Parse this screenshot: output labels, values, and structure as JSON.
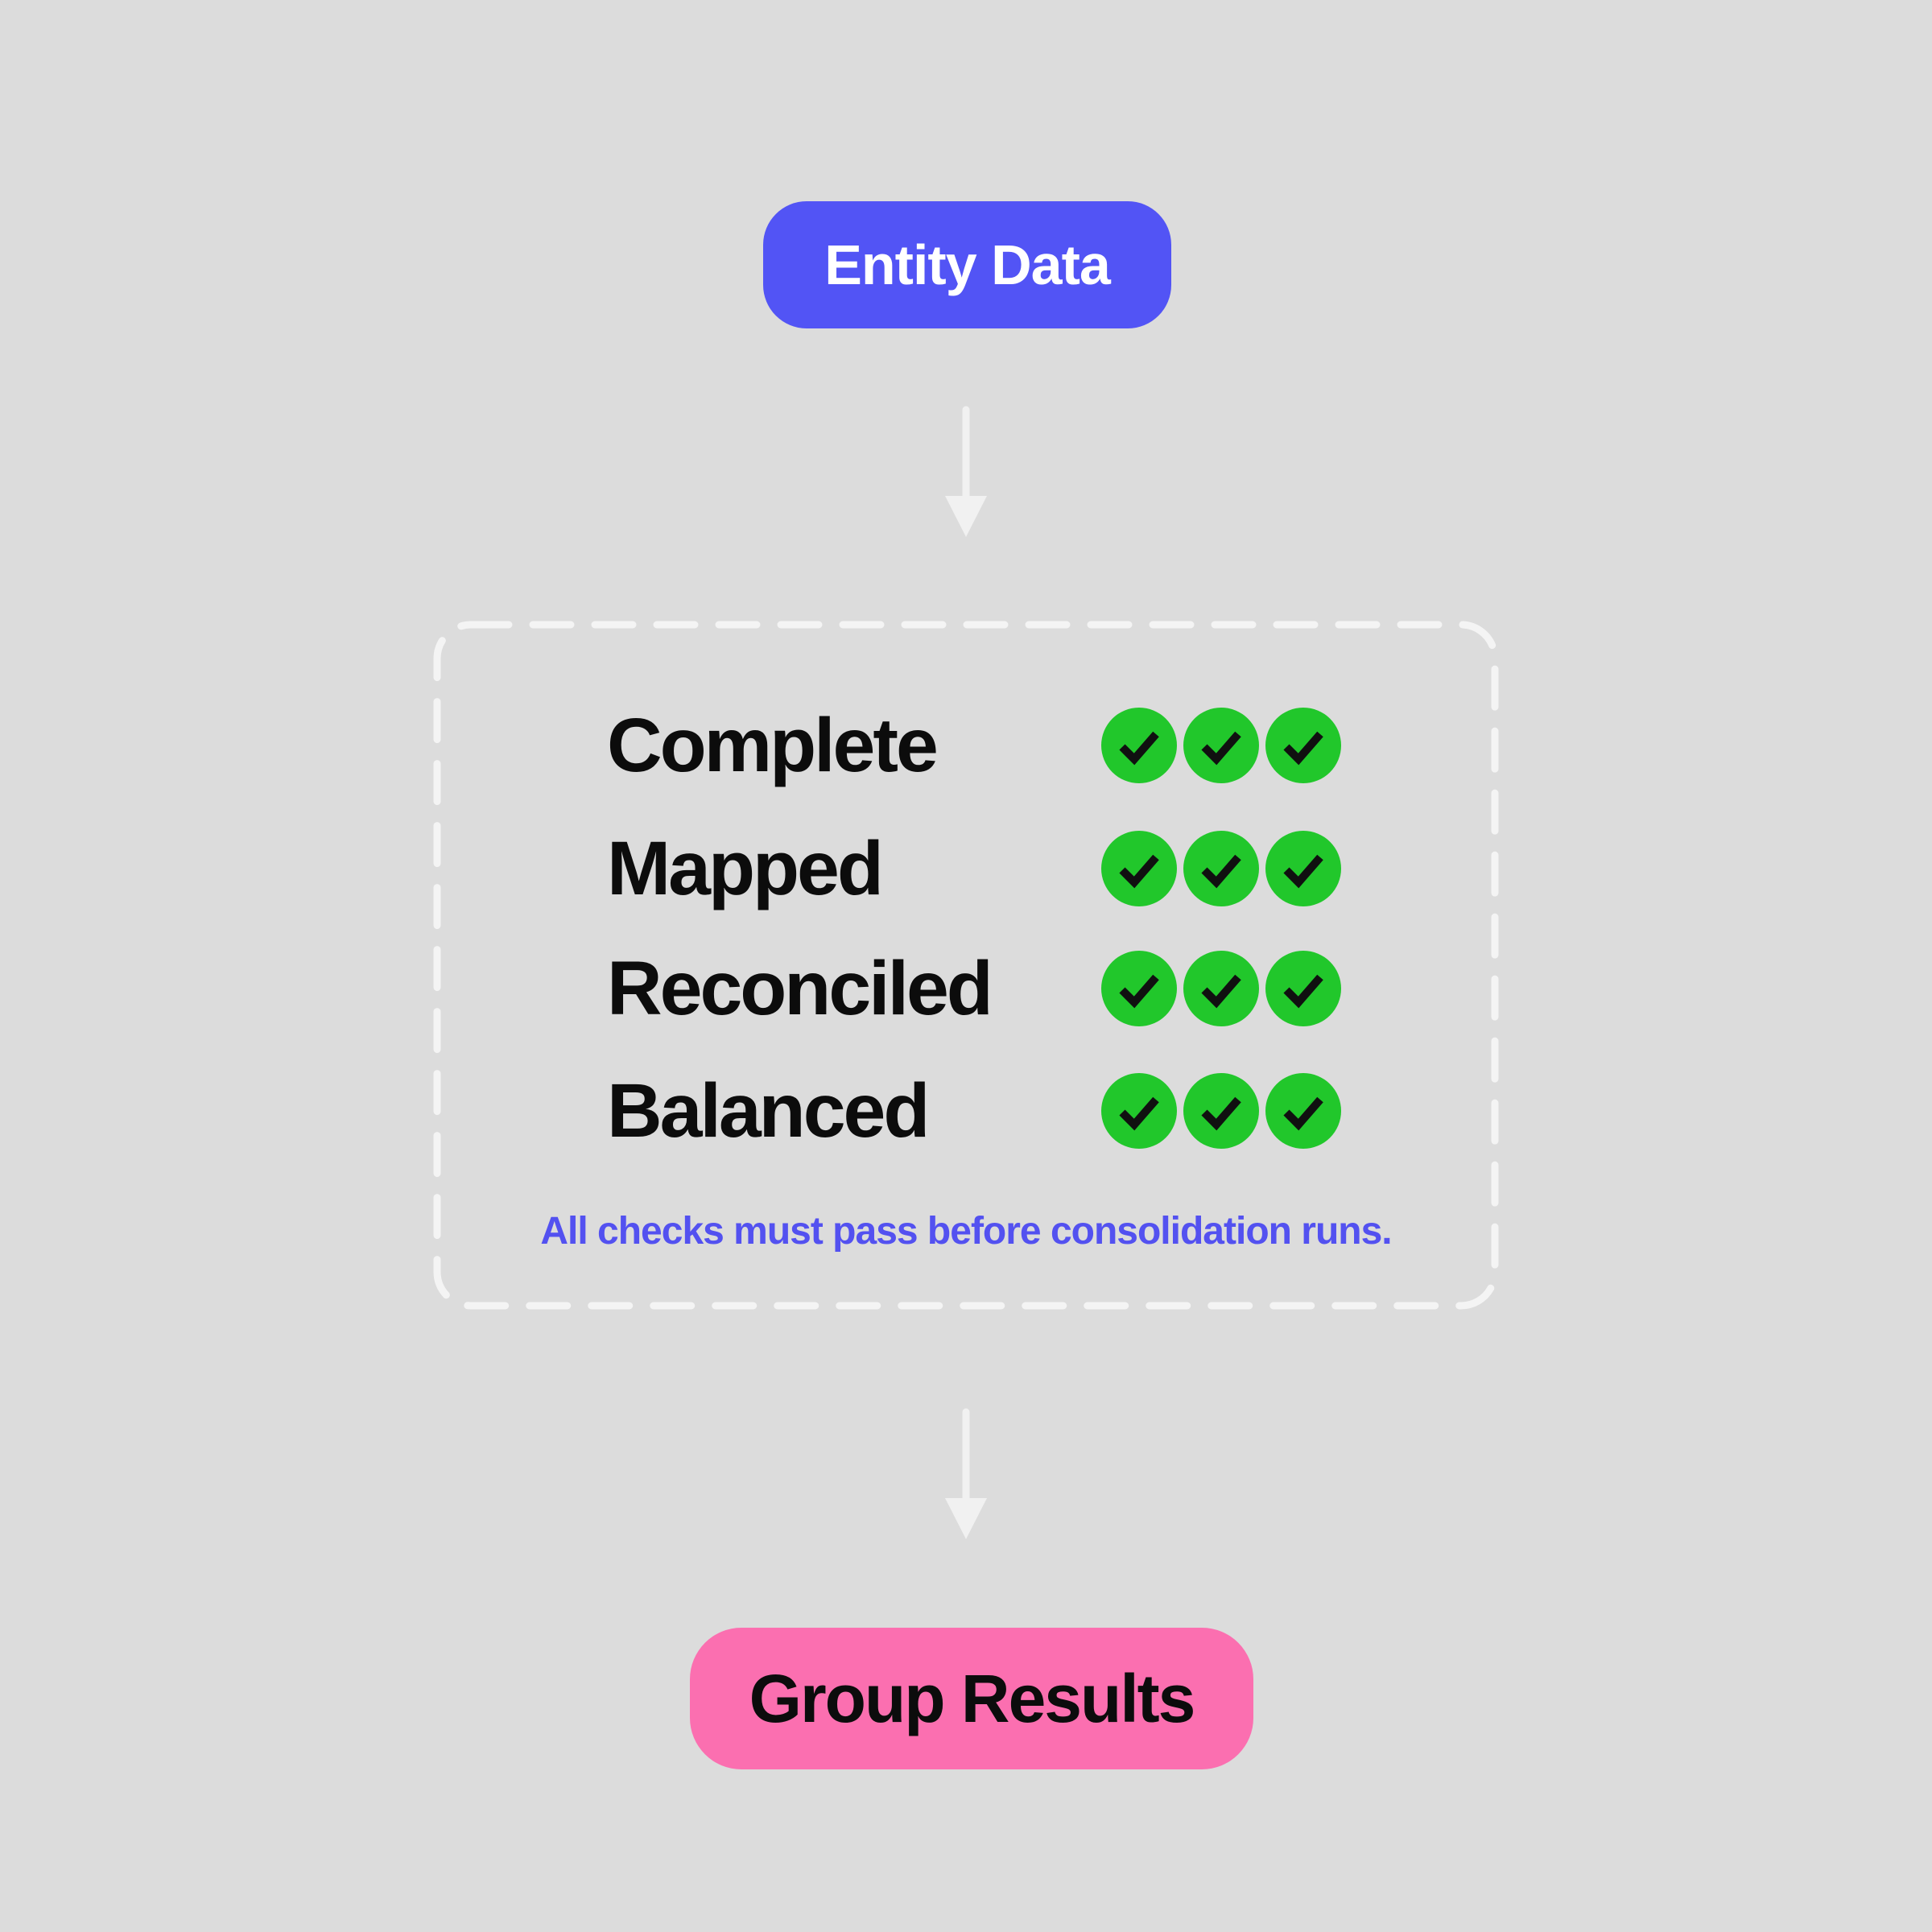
{
  "diagram": {
    "source_node": {
      "label": "Entity Data"
    },
    "checks_panel": {
      "rows": [
        {
          "label": "Complete",
          "checks": 3
        },
        {
          "label": "Mapped",
          "checks": 3
        },
        {
          "label": "Reconciled",
          "checks": 3
        },
        {
          "label": "Balanced",
          "checks": 3
        }
      ],
      "note": "All checks must pass before consolidation runs."
    },
    "result_node": {
      "label": "Group Results"
    }
  },
  "colors": {
    "background": "#dcdcdc",
    "source_node_bg": "#5254f5",
    "source_node_text": "#ffffff",
    "result_node_bg": "#fb6fb0",
    "result_node_text": "#0c0c0c",
    "check_circle": "#21c72b",
    "check_mark": "#101010",
    "label_text": "#0c0c0c",
    "note_text": "#5351f0",
    "dashed_border": "#f4f4f4",
    "arrow": "#f1f1f1"
  }
}
